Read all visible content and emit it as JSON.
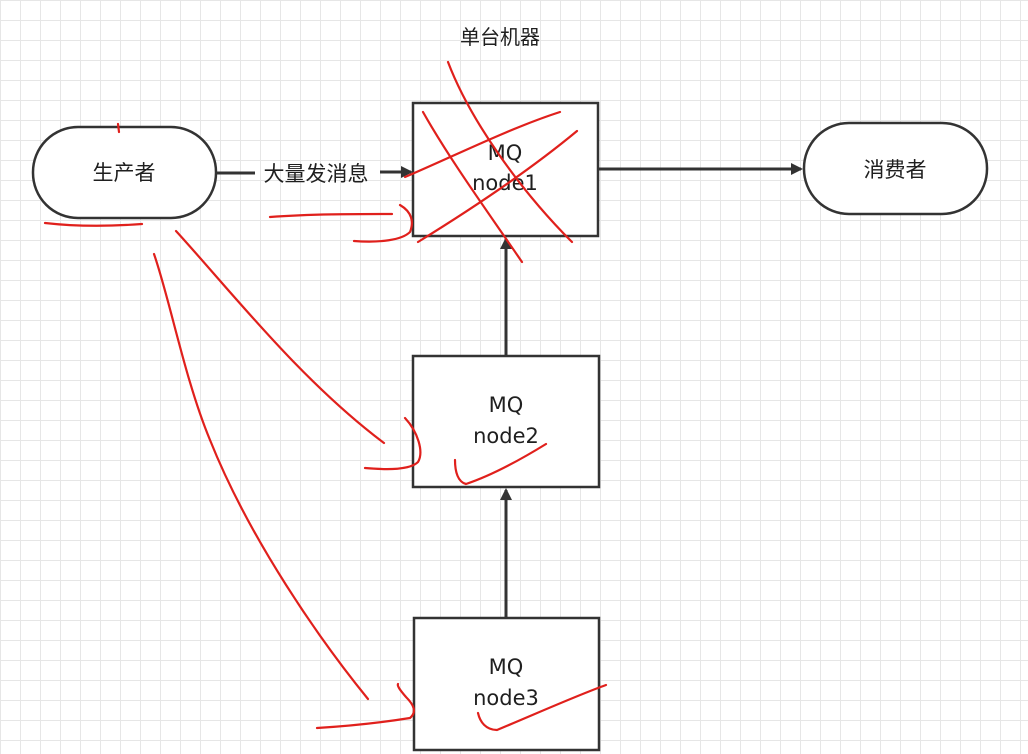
{
  "diagram": {
    "title": "单台机器",
    "edge_label": "大量发消息",
    "nodes": {
      "producer": {
        "label": "生产者"
      },
      "consumer": {
        "label": "消费者"
      },
      "mq_node1": {
        "line1": "MQ",
        "line2": "node1"
      },
      "mq_node2": {
        "line1": "MQ",
        "line2": "node2"
      },
      "mq_node3": {
        "line1": "MQ",
        "line2": "node3"
      }
    },
    "colors": {
      "stroke": "#333333",
      "annotation": "#e0201c",
      "grid": "#e6e6e6"
    }
  }
}
